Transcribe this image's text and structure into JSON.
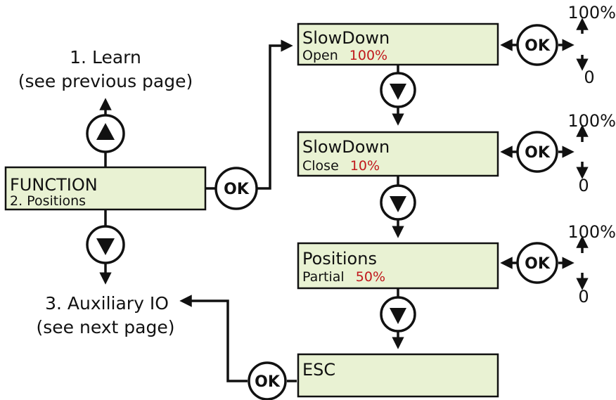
{
  "diagram": {
    "learn_title": "1. Learn",
    "learn_note": "(see previous page)",
    "aux_title": "3. Auxiliary IO",
    "aux_note": "(see next page)",
    "function_screen": {
      "line1": "FUNCTION",
      "line2": "2. Positions"
    },
    "screens": [
      {
        "line1": "SlowDown",
        "line2_label": "Open",
        "line2_value": "100%",
        "range_max": "100%",
        "range_min": "0"
      },
      {
        "line1": "SlowDown",
        "line2_label": "Close",
        "line2_value": "10%",
        "range_max": "100%",
        "range_min": "0"
      },
      {
        "line1": "Positions",
        "line2_label": "Partial",
        "line2_value": "50%",
        "range_max": "100%",
        "range_min": "0"
      }
    ],
    "esc_screen": {
      "line1": "ESC"
    },
    "ok_label": "OK"
  },
  "colors": {
    "screen_fill": "#e9f2d3",
    "value_red": "#c0181c",
    "stroke": "#111111"
  },
  "icons": [
    "ok-button",
    "up-arrow-button",
    "down-arrow-button",
    "up-down-arrow-icon"
  ]
}
